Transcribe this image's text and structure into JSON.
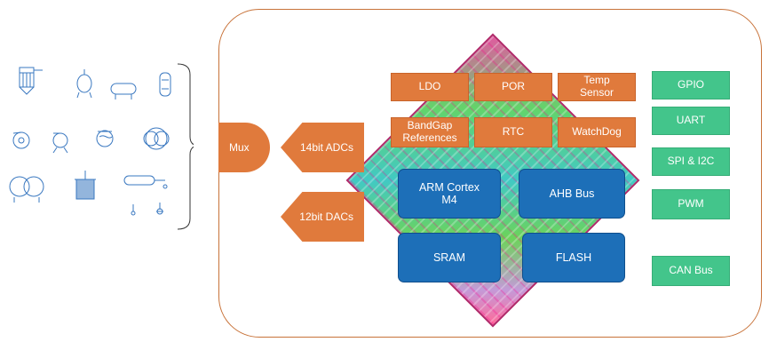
{
  "mux_label": "Mux",
  "adc_label": "14bit ADCs",
  "dac_label": "12bit DACs",
  "analog_blocks": {
    "ldo": "LDO",
    "por": "POR",
    "temp_sensor": "Temp Sensor",
    "bandgap": "BandGap References",
    "rtc": "RTC",
    "watchdog": "WatchDog"
  },
  "core_blocks": {
    "cpu": "ARM Cortex M4",
    "bus": "AHB Bus",
    "sram": "SRAM",
    "flash": "FLASH"
  },
  "peripherals": [
    "GPIO",
    "UART",
    "SPI & I2C",
    "PWM",
    "CAN Bus"
  ],
  "colors": {
    "orange": "#e07a3c",
    "green": "#43c58b",
    "blue": "#1d6fb8",
    "frame": "#c8733a"
  }
}
